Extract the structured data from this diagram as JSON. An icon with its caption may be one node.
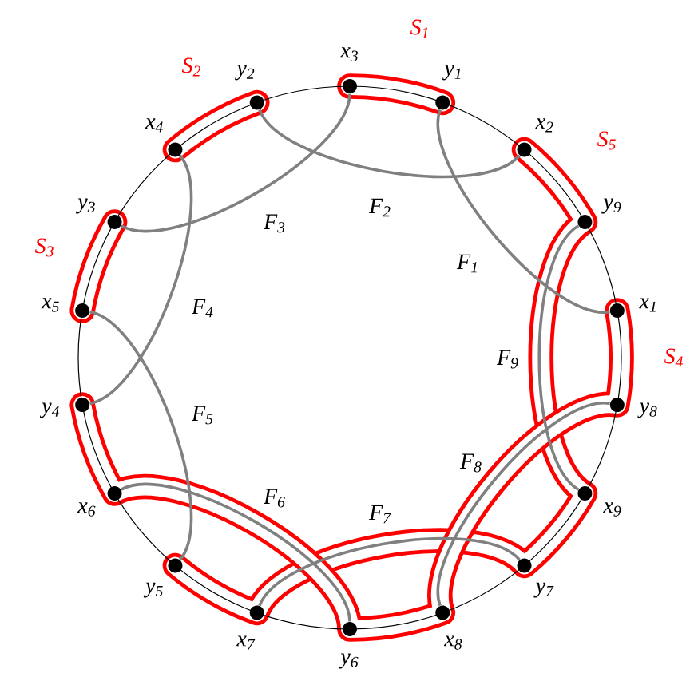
{
  "diagram": {
    "nodes": [
      {
        "text": [],
        "shape": "circle",
        "beside": [
          "x$_{3}$"
        ]
      },
      {
        "text": [],
        "shape": "circle",
        "beside": [
          "y$_{1}$"
        ]
      },
      {
        "text": [],
        "shape": "circle",
        "beside": [
          "x$_{2}$"
        ]
      },
      {
        "text": [],
        "shape": "circle",
        "beside": [
          "y$_{9}$"
        ]
      },
      {
        "text": [],
        "shape": "circle",
        "beside": [
          "x$_{1}$"
        ]
      },
      {
        "text": [],
        "shape": "circle",
        "beside": [
          "y$_{8}$"
        ]
      },
      {
        "text": [],
        "shape": "circle",
        "beside": [
          "x$_{9}$"
        ]
      },
      {
        "text": [],
        "shape": "circle",
        "beside": [
          "y$_{7}$"
        ]
      },
      {
        "text": [],
        "shape": "circle",
        "beside": [
          "x$_{8}$"
        ]
      },
      {
        "text": [],
        "shape": "circle",
        "beside": [
          "y$_{6}$"
        ]
      },
      {
        "text": [],
        "shape": "circle",
        "beside": [
          "x$_{7}$"
        ]
      },
      {
        "text": [],
        "shape": "circle",
        "beside": [
          "y$_{5}$"
        ]
      },
      {
        "text": [],
        "shape": "circle",
        "beside": [
          "x$_{6}$"
        ]
      },
      {
        "text": [],
        "shape": "circle",
        "beside": [
          "y$_{4}$"
        ]
      },
      {
        "text": [],
        "shape": "circle",
        "beside": [
          "x$_{5}$"
        ]
      },
      {
        "text": [],
        "shape": "circle",
        "beside": [
          "y$_{3}$"
        ]
      },
      {
        "text": [],
        "shape": "circle",
        "beside": [
          "x$_{4}$"
        ]
      },
      {
        "text": [],
        "shape": "circle",
        "beside": [
          "y$_{2}$"
        ]
      }
    ],
    "edges": [
      {
        "from": 1,
        "to": 4,
        "arrow": "none",
        "label": "F$_{1}$"
      },
      {
        "from": 17,
        "to": 2,
        "arrow": "none",
        "label": "F$_{2}$"
      },
      {
        "from": 0,
        "to": 15,
        "arrow": "none",
        "label": "F$_{3}$"
      },
      {
        "from": 16,
        "to": 13,
        "arrow": "none",
        "label": "F$_{4}$"
      },
      {
        "from": 14,
        "to": 11,
        "arrow": "none",
        "label": "F$_{5}$"
      },
      {
        "from": 12,
        "to": 9,
        "arrow": "none",
        "label": "F$_{6}$"
      },
      {
        "from": 10,
        "to": 7,
        "arrow": "none",
        "label": "F$_{7}$"
      },
      {
        "from": 8,
        "to": 5,
        "arrow": "none",
        "label": "F$_{8}$"
      },
      {
        "from": 6,
        "to": 3,
        "arrow": "none",
        "label": "F$_{9}$"
      }
    ],
    "labels": [
      "S$_{1}$",
      "S$_{2}$",
      "S$_{5}$",
      "S$_{3}$",
      "S$_{4}$"
    ]
  }
}
